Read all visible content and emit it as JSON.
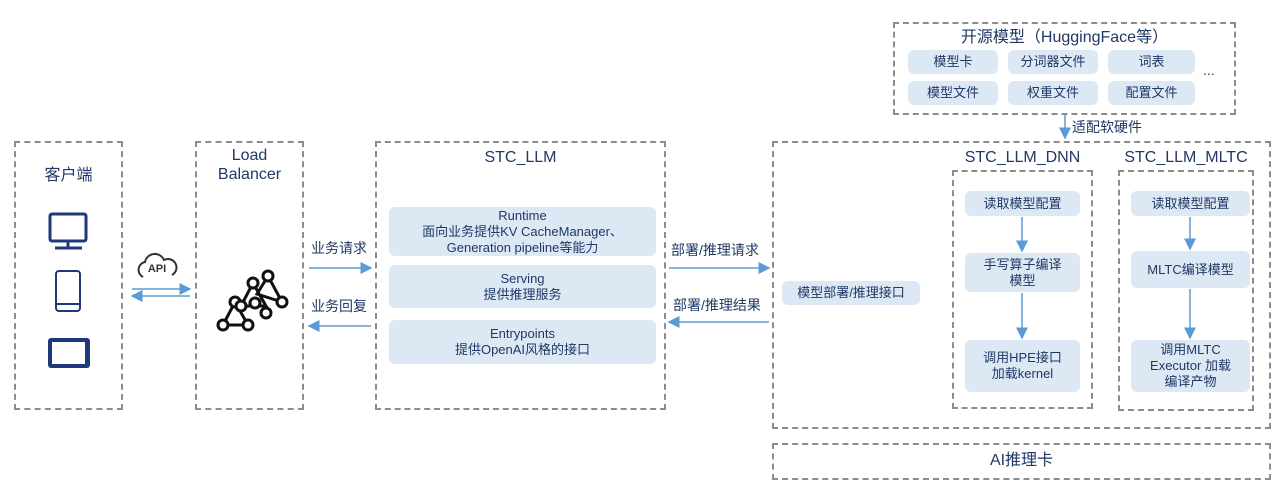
{
  "client": {
    "title": "客户端",
    "api": "API"
  },
  "lb": {
    "title_1": "Load",
    "title_2": "Balancer"
  },
  "arrows": {
    "biz_req": "业务请求",
    "biz_resp": "业务回复",
    "deploy_req": "部署/推理请求",
    "deploy_resp": "部署/推理结果",
    "adapt": "适配软硬件"
  },
  "stc": {
    "title": "STC_LLM",
    "runtime": {
      "l1": "Runtime",
      "l2": "面向业务提供KV CacheManager、",
      "l3": "Generation pipeline等能力"
    },
    "serving": {
      "l1": "Serving",
      "l2": "提供推理服务"
    },
    "entry": {
      "l1": "Entrypoints",
      "l2": "提供OpenAI风格的接口"
    }
  },
  "opensrc": {
    "title": "开源模型（HuggingFace等）",
    "items": [
      "模型卡",
      "分词器文件",
      "词表",
      "模型文件",
      "权重文件",
      "配置文件"
    ],
    "more": "..."
  },
  "backend": {
    "iface": "模型部署/推理接口",
    "card": "AI推理卡",
    "dnn": {
      "title": "STC_LLM_DNN",
      "s1": "读取模型配置",
      "s2a": "手写算子编译",
      "s2b": "模型",
      "s3a": "调用HPE接口",
      "s3b": "加载kernel"
    },
    "mltc": {
      "title": "STC_LLM_MLTC",
      "s1": "读取模型配置",
      "s2": "MLTC编译模型",
      "s3a": "调用MLTC",
      "s3b": "Executor 加载",
      "s3c": "编译产物"
    }
  },
  "colors": {
    "pill": "#dde8f5",
    "arrow": "#5b9bd5",
    "text": "#1f3864"
  }
}
